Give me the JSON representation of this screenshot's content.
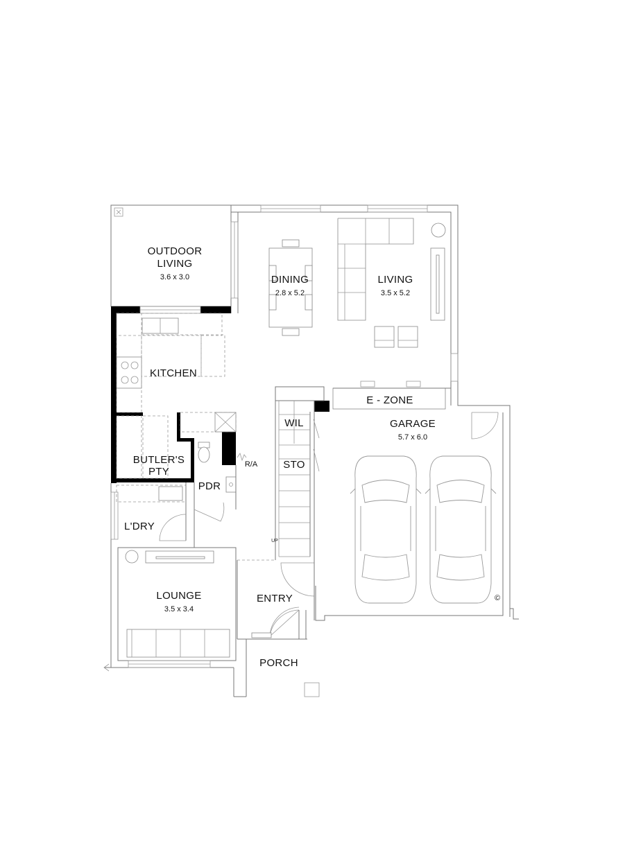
{
  "rooms": {
    "outdoor_living": {
      "name_line1": "OUTDOOR",
      "name_line2": "LIVING",
      "size": "3.6 x 3.0"
    },
    "dining": {
      "name": "DINING",
      "size": "2.8 x 5.2"
    },
    "living": {
      "name": "LIVING",
      "size": "3.5 x 5.2"
    },
    "kitchen": {
      "name": "KITCHEN"
    },
    "e_zone": {
      "name": "E - ZONE"
    },
    "garage": {
      "name": "GARAGE",
      "size": "5.7 x 6.0"
    },
    "wil": {
      "name": "WIL"
    },
    "sto": {
      "name": "STO"
    },
    "butlers_pantry": {
      "name_line1": "BUTLER'S",
      "name_line2": "PTY"
    },
    "pdr": {
      "name": "PDR"
    },
    "laundry": {
      "name": "L'DRY"
    },
    "lounge": {
      "name": "LOUNGE",
      "size": "3.5 x 3.4"
    },
    "entry": {
      "name": "ENTRY"
    },
    "porch": {
      "name": "PORCH"
    }
  },
  "annotations": {
    "ra": "R/A",
    "up": "UP",
    "copyright": "©"
  }
}
